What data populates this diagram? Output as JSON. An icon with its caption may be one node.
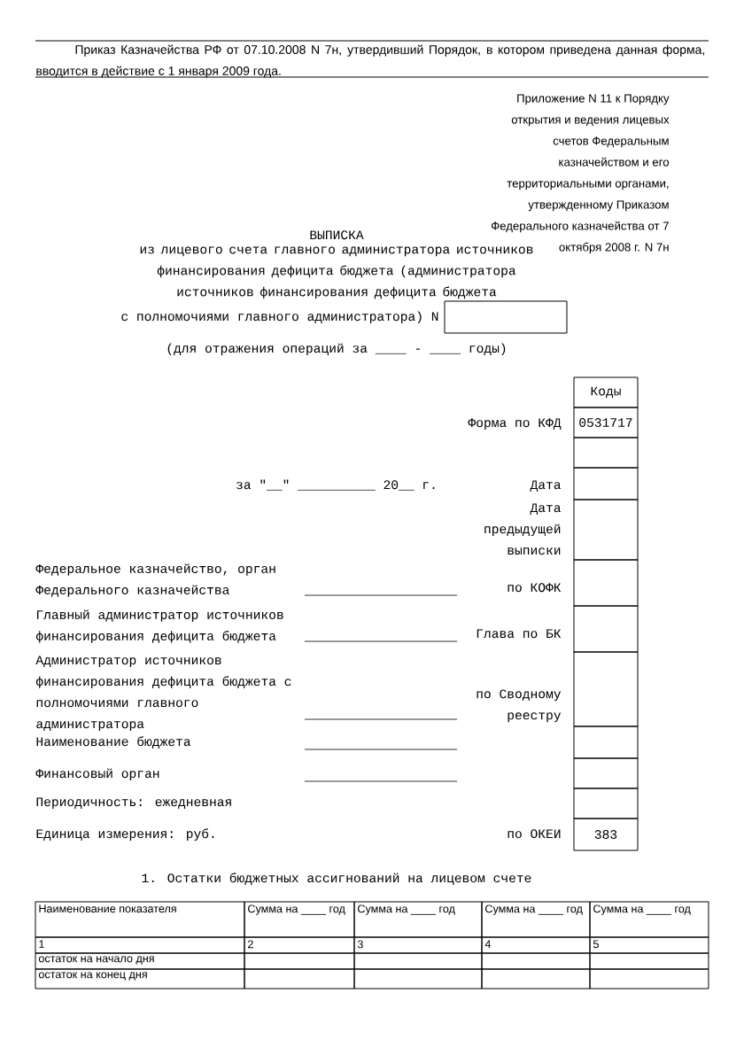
{
  "diagram": {
    "labels": [
      "Приказ Казначейства РФ от 07.10.2008 N 7н, утвердивший Порядок, в котором приведена данная форма, вводится в действие с 1 января 2009 года.",
      "Приложение N 11 к Порядку открытия и ведения лицевых счетов Федеральным казначейством и его территориальными органами, утвержденному Приказом Федерального казначейства от 7 октября 2008 г. N 7н",
      "ВЫПИСКА",
      "из лицевого счета главного администратора источников финансирования дефицита бюджета (администратора источников финансирования дефицита бюджета",
      "с полномочиями главного администратора) N",
      "(для отражения операций за ____ - ____ годы)",
      "Коды",
      "Форма по КФД",
      "0531717",
      "за \"__\" __________ 20__ г.",
      "Дата",
      "Дата предыдущей выписки",
      "Федеральное казначейство, орган Федерального казначейства",
      "по КОФК",
      "Главный администратор источников финансирования дефицита бюджета",
      "Глава по БК",
      "Администратор источников финансирования дефицита бюджета с полномочиями главного администратора",
      "по Сводному реестру",
      "Наименование бюджета",
      "Финансовый орган",
      "Периодичность: ежедневная",
      "Единица измерения: руб.",
      "по ОКЕИ",
      "383",
      "1. Остатки бюджетных ассигнований на лицевом счете",
      "Наименование показателя",
      "Сумма на ____ год",
      "Сумма на ____ год",
      "Сумма на ____ год",
      "Сумма на ____ год",
      "1",
      "2",
      "3",
      "4",
      "5",
      "остаток на начало дня",
      "остаток на конец дня"
    ]
  }
}
